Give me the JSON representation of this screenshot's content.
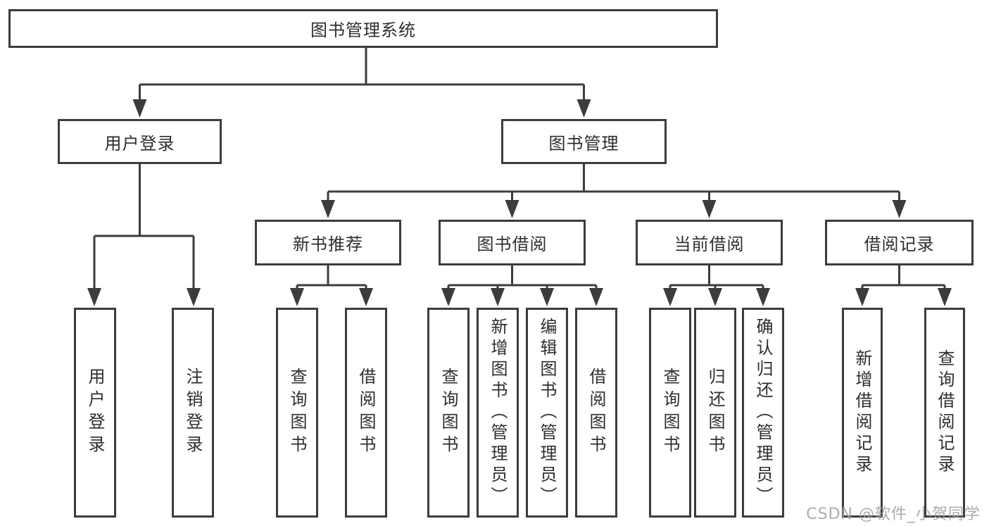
{
  "diagram": {
    "root": {
      "label": "图书管理系统"
    },
    "branches": [
      {
        "label": "用户登录",
        "children": [
          {
            "label": "用户登录"
          },
          {
            "label": "注销登录"
          }
        ]
      },
      {
        "label": "图书管理",
        "children": [
          {
            "label": "新书推荐",
            "children": [
              {
                "label": "查询图书"
              },
              {
                "label": "借阅图书"
              }
            ]
          },
          {
            "label": "图书借阅",
            "children": [
              {
                "label": "查询图书"
              },
              {
                "label": "新增图书（管理员）"
              },
              {
                "label": "编辑图书（管理员）"
              },
              {
                "label": "借阅图书"
              }
            ]
          },
          {
            "label": "当前借阅",
            "children": [
              {
                "label": "查询图书"
              },
              {
                "label": "归还图书"
              },
              {
                "label": "确认归还（管理员）"
              }
            ]
          },
          {
            "label": "借阅记录",
            "children": [
              {
                "label": "新增借阅记录"
              },
              {
                "label": "查询借阅记录"
              }
            ]
          }
        ]
      }
    ]
  },
  "watermark": {
    "text": "CSDN @软件_小贺同学"
  },
  "colors": {
    "line": "#3c3c3c",
    "border": "#3c3c3c",
    "text": "#2e2e2e",
    "background": "#ffffff",
    "watermark": "#9e9e9e"
  }
}
